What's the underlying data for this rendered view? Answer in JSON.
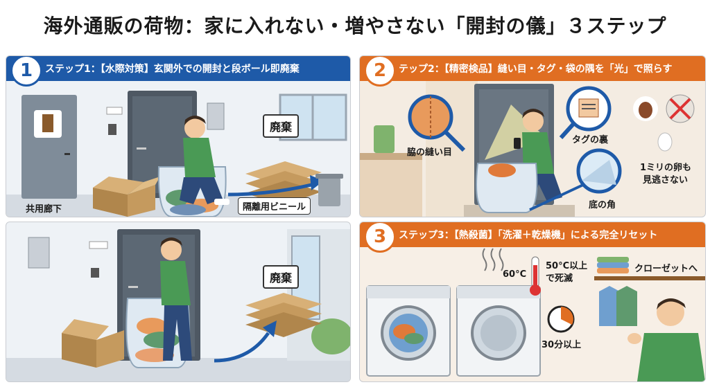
{
  "title": "海外通販の荷物：家に入れない・増やさない「開封の儀」３ステップ",
  "steps": [
    {
      "number": "1",
      "heading": "ステップ1：【水際対策】玄関外での開封と段ボール即廃棄",
      "labels": {
        "corridor": "共用廊下",
        "dispose": "廃棄",
        "bag": "隔離用ビニール"
      }
    },
    {
      "dispose2": "廃棄"
    },
    {
      "number": "2",
      "heading": "テップ2：【精密検品】縫い目・タグ・袋の隅を「光」で照らす",
      "labels": {
        "seam": "脇の縫い目",
        "tag": "タグの裏",
        "corner": "底の角",
        "egg1": "1ミリの卵も",
        "egg2": "見逃さない"
      }
    },
    {
      "number": "3",
      "heading": "ステップ3：【熱殺菌】「洗濯＋乾燥機」による完全リセット",
      "labels": {
        "temp": "60°C",
        "kill1": "50°C以上",
        "kill2": "で死滅",
        "closet": "クローゼットへ",
        "time": "30分以上"
      }
    }
  ],
  "colors": {
    "blue": "#1e5aa8",
    "orange": "#e06e22"
  }
}
